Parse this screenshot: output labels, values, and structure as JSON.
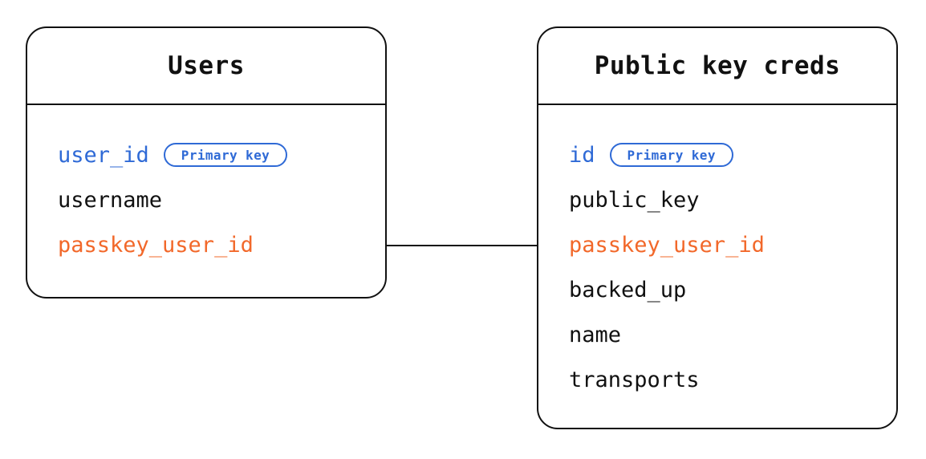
{
  "diagram": {
    "type": "entity-relationship-diagram",
    "background_color": "#ffffff",
    "colors": {
      "border": "#111111",
      "text": "#111111",
      "primary_key": "#2f6ad6",
      "foreign_key": "#f2682a"
    }
  },
  "entities": [
    {
      "id": "users",
      "title": "Users",
      "fields": [
        {
          "name": "user_id",
          "role": "key",
          "badge": "Primary key"
        },
        {
          "name": "username",
          "role": "plain",
          "badge": null
        },
        {
          "name": "passkey_user_id",
          "role": "fk",
          "badge": null
        }
      ]
    },
    {
      "id": "public_key_creds",
      "title": "Public key creds",
      "fields": [
        {
          "name": "id",
          "role": "key",
          "badge": "Primary key"
        },
        {
          "name": "public_key",
          "role": "plain",
          "badge": null
        },
        {
          "name": "passkey_user_id",
          "role": "fk",
          "badge": null
        },
        {
          "name": "backed_up",
          "role": "plain",
          "badge": null
        },
        {
          "name": "name",
          "role": "plain",
          "badge": null
        },
        {
          "name": "transports",
          "role": "plain",
          "badge": null
        }
      ]
    }
  ],
  "relationship": {
    "from": "users.passkey_user_id",
    "to": "public_key_creds.passkey_user_id",
    "style": "straight-line"
  }
}
